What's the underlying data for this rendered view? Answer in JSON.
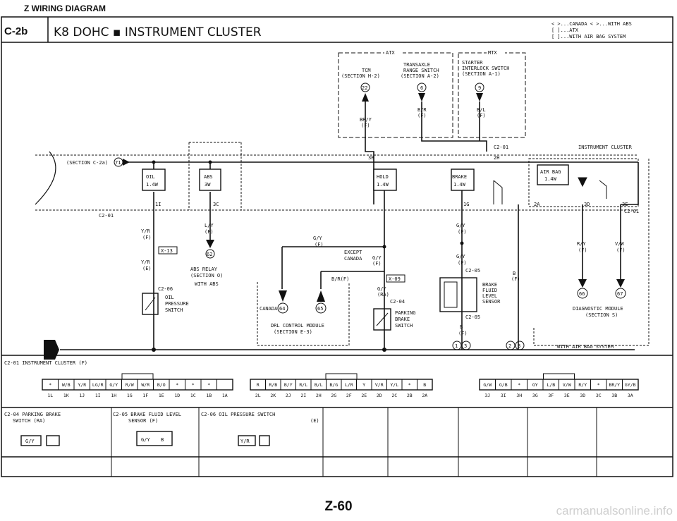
{
  "page": {
    "section_header": "Z  WIRING DIAGRAM",
    "page_code": "C-2b",
    "page_title": "K8 DOHC ▪ INSTRUMENT CLUSTER",
    "page_number": "Z-60",
    "watermark": "carmanualsonline.info"
  },
  "legend": [
    "< >...CANADA  < >...WITH ABS",
    "[ ]...ATX",
    "[ ]...WITH AIR BAG SYSTEM"
  ],
  "atx_box": {
    "label": "ATX",
    "tcm": "TCM",
    "tcm_section": "(SECTION H-2)",
    "trans": "TRANSAXLE",
    "trans_switch": "RANGE SWITCH",
    "trans_section": "(SECTION A-2)",
    "tcm_ref": "22",
    "trans_ref": "6",
    "wire_tcm": "BR/Y",
    "wire_tcm_pos": "(F)",
    "wire_trans": "B/R",
    "wire_trans_pos": "(F)"
  },
  "mtx_box": {
    "label": "MTX",
    "line1": "STARTER",
    "line2": "INTERLOCK SWITCH",
    "line3": "(SECTION A-1)",
    "ref": "9",
    "wire": "B/L",
    "wire_pos": "(F)"
  },
  "cluster": {
    "label": "INSTRUMENT CLUSTER",
    "section_ref": "(SECTION C-2a)",
    "section_ref_num": "71",
    "conn_c201": "C2-01",
    "conn_c201b": "C2-01",
    "conn_c201c": "C2-01",
    "oil": "OIL",
    "oil_w": "1.4W",
    "abs": "ABS",
    "abs_w": "3W",
    "hold": "HOLD",
    "hold_w": "1.4W",
    "brake": "BRAKE",
    "brake_w": "1.4W",
    "airbag": "AIR BAG",
    "airbag_w": "1.4W",
    "pin_1i": "1I",
    "pin_3c": "3C",
    "pin_3b": "3B",
    "pin_2h": "2H",
    "pin_1g": "1G",
    "pin_2a": "2A",
    "pin_3d": "3D",
    "pin_3e": "3E"
  },
  "circuit": {
    "yr": "Y/R",
    "yr_pos": "(F)",
    "x13": "X-13",
    "yr2": "Y/R",
    "yr2_pos": "(E)",
    "c206": "C2-06",
    "oil_sw1": "OIL",
    "oil_sw2": "PRESSURE",
    "oil_sw3": "SWITCH",
    "ly": "L/Y",
    "ly_pos": "(F)",
    "ref62": "62",
    "abs_relay": "ABS RELAY",
    "abs_relay_sec": "(SECTION O)",
    "with_abs": "WITH ABS",
    "gy": "G/Y",
    "gy_pos": "(F)",
    "except_canada": "EXCEPT",
    "except_canada2": "CANADA",
    "gy2": "G/Y",
    "gy2_pos": "(F)",
    "bri": "B/R(F)",
    "x09": "X-09",
    "gy3": "G/Y",
    "gy3_pos": "(RA)",
    "c204": "C2-04",
    "canada": "CANADA",
    "ref64": "64",
    "ref65": "65",
    "drl1": "DRL CONTROL MODULE",
    "drl2": "(SECTION E-3)",
    "park1": "PARKING",
    "park2": "BRAKE",
    "park3": "SWITCH",
    "gy4": "G/Y",
    "gy4_pos": "(F)",
    "gy5": "G/Y",
    "gy5_pos": "(F)",
    "c205": "C2-05",
    "fluid1": "BRAKE",
    "fluid2": "FLUID",
    "fluid3": "LEVEL",
    "fluid4": "SENSOR",
    "c205b": "C2-05",
    "b1": "B",
    "b1_pos": "(F)",
    "b2": "B",
    "b2_pos": "(F)",
    "ry": "R/Y",
    "ry_pos": "(F)",
    "vw": "V/W",
    "vw_pos": "(F)",
    "ref66": "66",
    "ref67": "67",
    "diag1": "DIAGNOSTIC MODULE",
    "diag2": "(SECTION S)",
    "with_airbag": "WITH AIR BAG SYSTEM",
    "ground1": "1",
    "ground3": "3",
    "ground2": "2",
    "ground3b": "3"
  },
  "connectors": {
    "title": "C2-01 INSTRUMENT CLUSTER (F)",
    "group1": {
      "wires": [
        "*",
        "W/B",
        "Y/R",
        "LG/R",
        "G/Y",
        "R/W",
        "W/R",
        "B/O",
        "*",
        "*",
        "*"
      ],
      "pins": [
        "1L",
        "1K",
        "1J",
        "1I",
        "1H",
        "1G",
        "1F",
        "1E",
        "1D",
        "1C",
        "1B",
        "1A"
      ]
    },
    "group2": {
      "wires": [
        "R",
        "R/B",
        "B/Y",
        "R/L",
        "B/L",
        "B/G",
        "L/R",
        "Y",
        "V/R",
        "Y/L",
        "*",
        "B"
      ],
      "pins": [
        "2L",
        "2K",
        "2J",
        "2I",
        "2H",
        "2G",
        "2F",
        "2E",
        "2D",
        "2C",
        "2B",
        "2A"
      ]
    },
    "group3": {
      "wires": [
        "G/W",
        "G/B",
        "*",
        "GY",
        "L/B",
        "V/W",
        "R/Y",
        "*",
        "BR/Y",
        "GY/B"
      ],
      "pins": [
        "3J",
        "3I",
        "3H",
        "3G",
        "3F",
        "3E",
        "3D",
        "3C",
        "3B",
        "3A"
      ]
    }
  },
  "footer_connectors": {
    "c204_title": "C2-04 PARKING BRAKE",
    "c204_sub": "SWITCH (RA)",
    "c204_wire": "G/Y",
    "c205_title": "C2-05 BRAKE FLUID LEVEL",
    "c205_sub": "SENSOR (F)",
    "c205_wire1": "G/Y",
    "c205_wire2": "B",
    "c206_title": "C2-06 OIL PRESSURE SWITCH",
    "c206_sub": "(E)",
    "c206_wire": "Y/R"
  }
}
